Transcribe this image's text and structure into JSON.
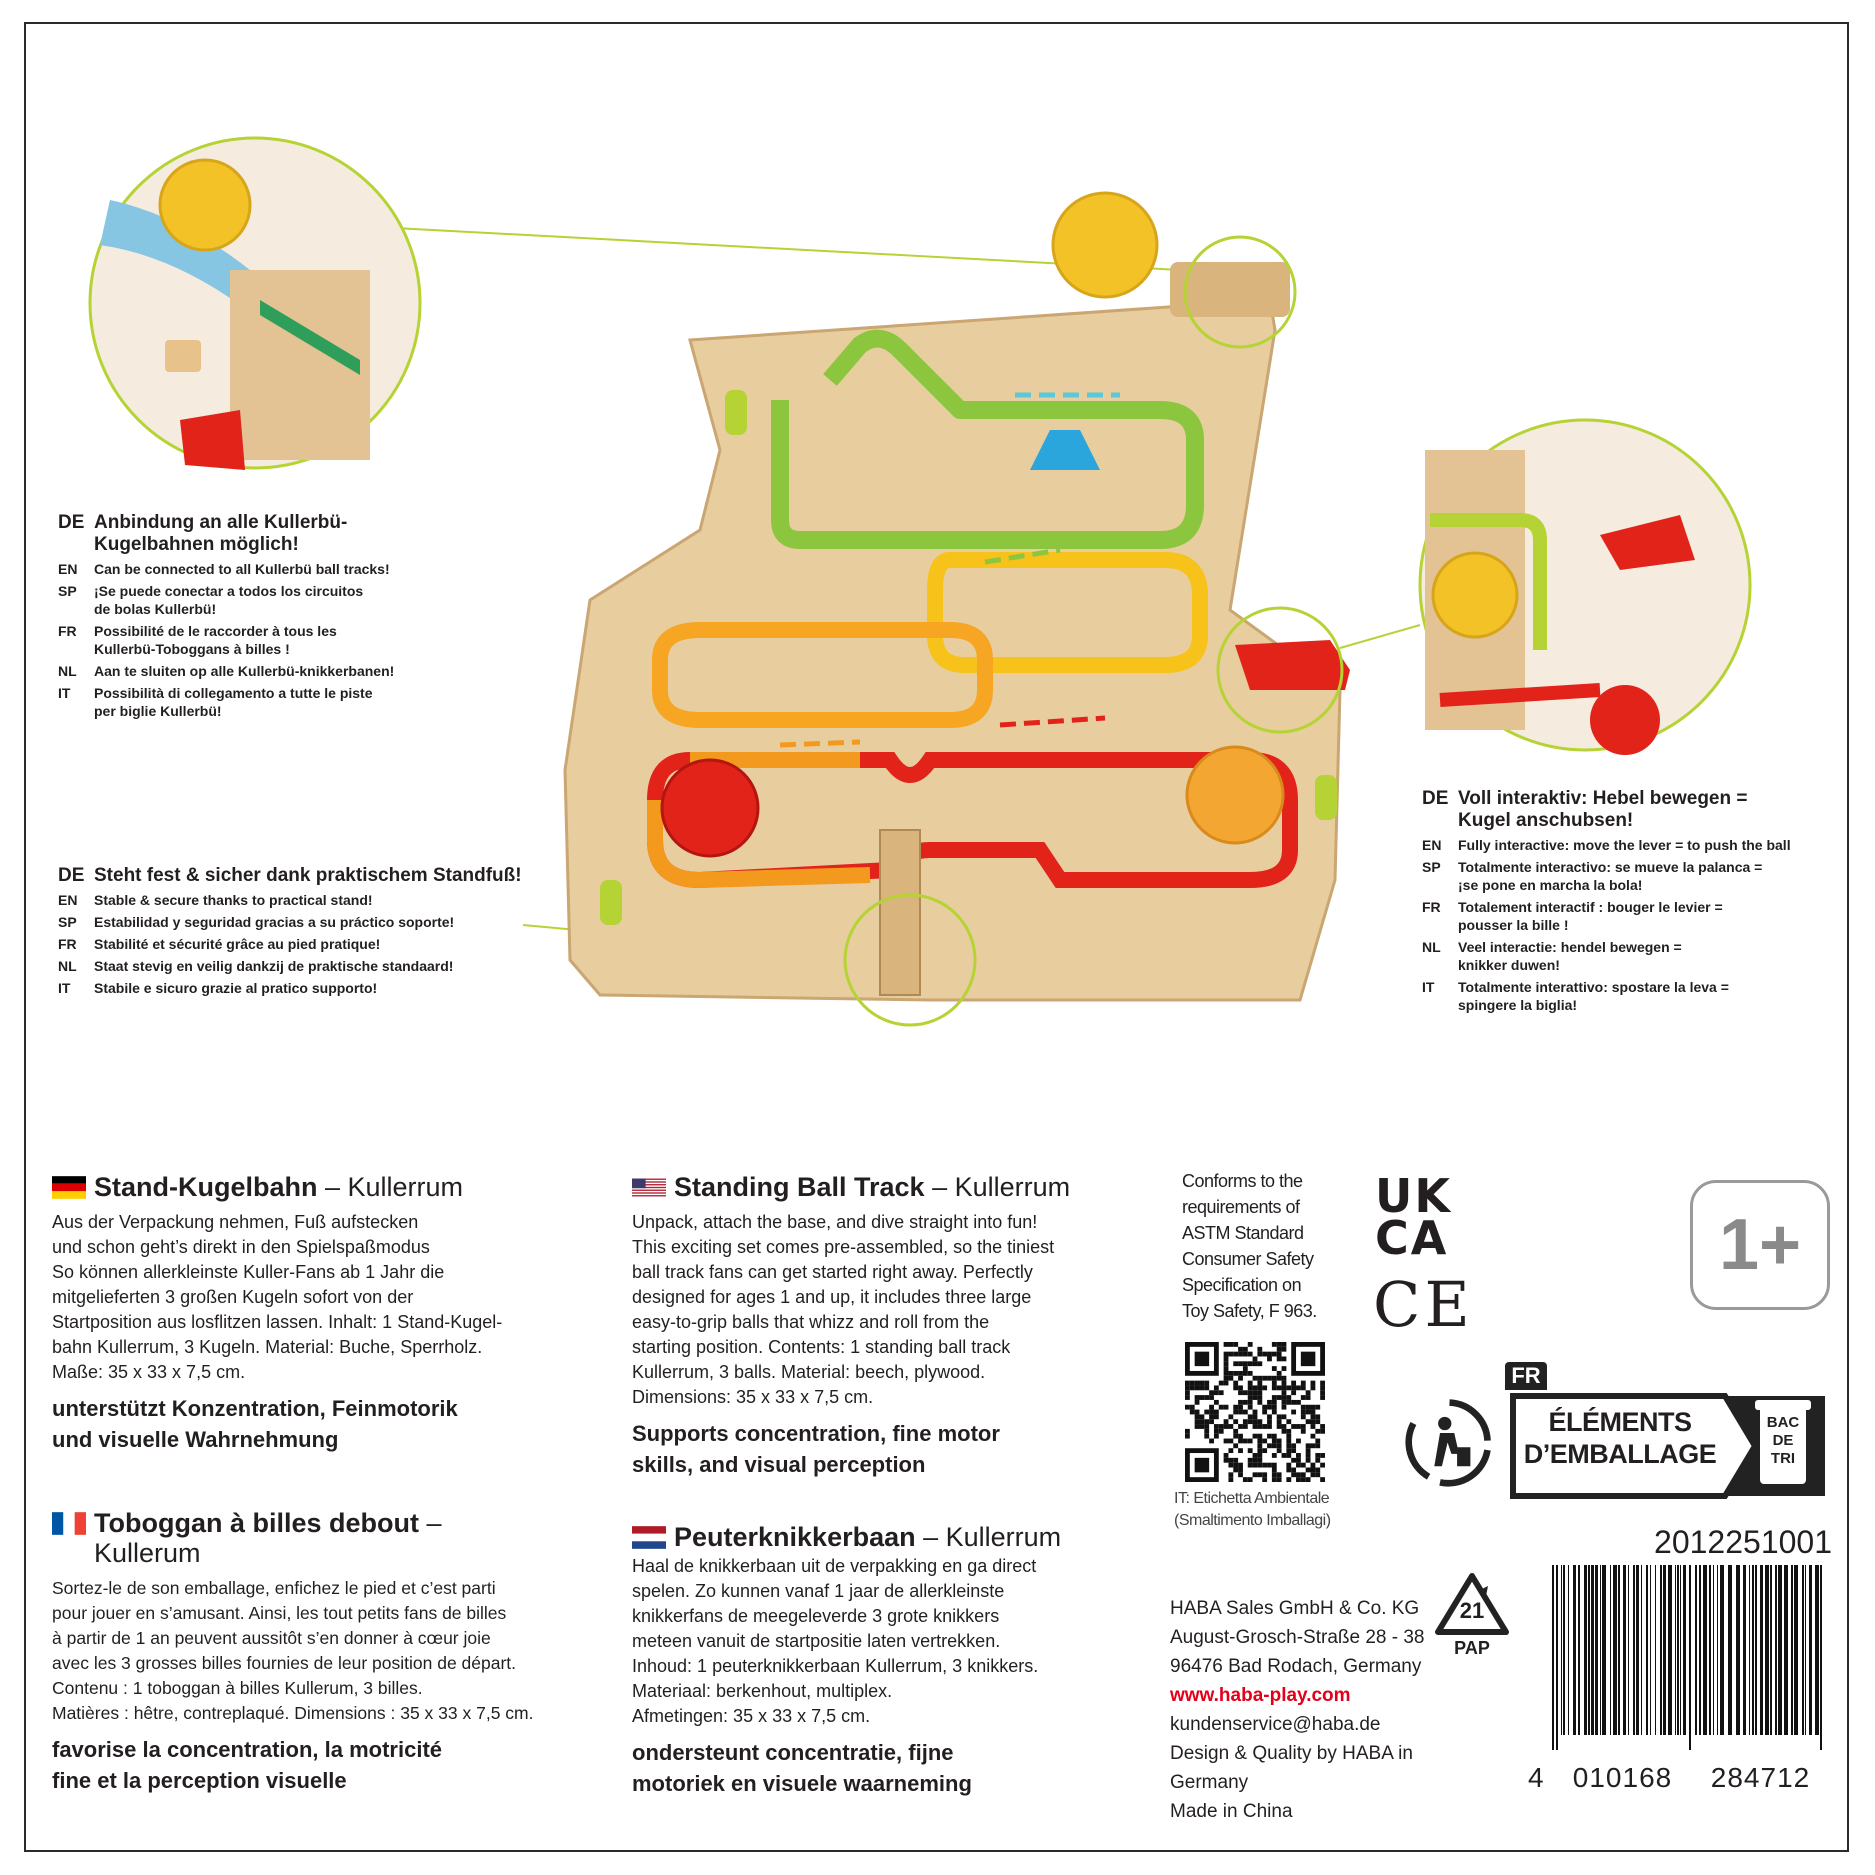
{
  "callouts": {
    "connect": {
      "head_code": "DE",
      "head_text": "Anbindung an alle Kullerbü-\nKugelbahnen möglich!",
      "lines": [
        {
          "code": "EN",
          "text": "Can be connected to all Kullerbü ball tracks!"
        },
        {
          "code": "SP",
          "text": "¡Se puede conectar a todos los circuitos\nde bolas Kullerbü!"
        },
        {
          "code": "FR",
          "text": "Possibilité de le raccorder à tous les\nKullerbü-Toboggans à billes !"
        },
        {
          "code": "NL",
          "text": "Aan te sluiten op alle Kullerbü-knikkerbanen!"
        },
        {
          "code": "IT",
          "text": "Possibilità di collegamento a tutte le piste\nper biglie Kullerbü!"
        }
      ]
    },
    "stand": {
      "head_code": "DE",
      "head_text": "Steht fest & sicher dank praktischem Standfuß!",
      "lines": [
        {
          "code": "EN",
          "text": "Stable & secure thanks to practical stand!"
        },
        {
          "code": "SP",
          "text": "Estabilidad y seguridad gracias a su práctico soporte!"
        },
        {
          "code": "FR",
          "text": "Stabilité et sécurité grâce au pied pratique!"
        },
        {
          "code": "NL",
          "text": "Staat stevig en veilig dankzij de praktische standaard!"
        },
        {
          "code": "IT",
          "text": "Stabile e sicuro grazie al pratico supporto!"
        }
      ]
    },
    "interactive": {
      "head_code": "DE",
      "head_text": "Voll interaktiv: Hebel bewegen =\nKugel anschubsen!",
      "lines": [
        {
          "code": "EN",
          "text": "Fully interactive: move the lever = to push the ball"
        },
        {
          "code": "SP",
          "text": "Totalmente interactivo: se mueve la palanca =\n¡se pone en marcha la bola!"
        },
        {
          "code": "FR",
          "text": "Totalement interactif : bouger le levier =\npousser la bille !"
        },
        {
          "code": "NL",
          "text": "Veel interactie: hendel bewegen =\nknikker duwen!"
        },
        {
          "code": "IT",
          "text": "Totalmente interattivo: spostare la leva =\nspingere la biglia!"
        }
      ]
    }
  },
  "blocks": {
    "de": {
      "title": "Stand-Kugelbahn",
      "sub": " – Kullerrum",
      "body": "Aus der Verpackung nehmen, Fuß aufstecken\nund schon geht’s direkt in den Spielspaßmodus\nSo können allerkleinste Kuller-Fans ab 1 Jahr die\nmitgelieferten 3 großen Kugeln sofort von der\nStartposition aus losflitzen lassen. Inhalt: 1 Stand-Kugel-\nbahn Kullerrum, 3 Kugeln. Material: Buche, Sperrholz.\nMaße: 35 x 33 x 7,5 cm.",
      "bold": "unterstützt Konzentration, Feinmotorik\nund visuelle Wahrnehmung"
    },
    "en": {
      "title": "Standing Ball Track",
      "sub": " – Kullerrum",
      "body": "Unpack, attach the base, and dive straight into fun!\nThis exciting set comes pre-assembled, so the tiniest\nball track fans can get started right away. Perfectly\ndesigned for ages 1 and up, it includes three large\neasy-to-grip balls that whizz and roll from the\nstarting position. Contents: 1 standing ball track\nKullerrum, 3 balls. Material: beech, plywood.\nDimensions: 35 x 33 x 7,5 cm.",
      "bold": "Supports concentration, fine motor\nskills, and visual perception"
    },
    "fr": {
      "title": "Toboggan à billes debout",
      "sub": " –\nKullerum",
      "body": "Sortez-le de son emballage, enfichez le pied et c’est parti\npour jouer en s’amusant. Ainsi, les tout petits fans de billes\nà partir de 1 an peuvent aussitôt s’en donner à cœur joie\navec les 3 grosses billes fournies de leur position de départ.\nContenu : 1 toboggan à billes Kullerum, 3 billes.\nMatières : hêtre, contreplaqué. Dimensions : 35 x 33 x 7,5 cm.",
      "bold": "favorise la concentration, la motricité\nfine et la perception visuelle"
    },
    "nl": {
      "title": "Peuterknikkerbaan",
      "sub": " – Kullerrum",
      "body": "Haal de knikkerbaan uit de verpakking en ga direct\nspelen. Zo kunnen vanaf 1 jaar de allerkleinste\nknikkerfans de meegeleverde 3 grote knikkers\nmeteen vanuit de startpositie laten vertrekken.\nInhoud: 1 peuterknikkerbaan Kullerrum, 3 knikkers.\nMateriaal: berkenhout, multiplex.\nAfmetingen: 35 x 33 x 7,5 cm.",
      "bold": "ondersteunt concentratie, fijne\nmotoriek en visuele waarneming"
    }
  },
  "astm": "Conforms to the\nrequirements of\nASTM Standard\nConsumer Safety\nSpecification on\nToy Safety, F 963.",
  "marks": {
    "ukca_top": "UK",
    "ukca_bottom": "CA",
    "ce": "CE",
    "age": "1+"
  },
  "qr_caption": "IT: Etichetta Ambientale\n(Smaltimento Imballagi)",
  "recycle": {
    "fr_tag": "FR",
    "label_line1": "ÉLÉMENTS",
    "label_line2": "D’EMBALLAGE",
    "bin_line1": "BAC",
    "bin_line2": "DE",
    "bin_line3": "TRI",
    "pap_number": "21",
    "pap_label": "PAP"
  },
  "company": {
    "name": "HABA Sales GmbH & Co. KG",
    "street": "August-Grosch-Straße 28 - 38",
    "city": "96476 Bad Rodach, Germany",
    "web": "www.haba-play.com",
    "email": "kundenservice@haba.de",
    "design": "Design & Quality by HABA in Germany",
    "made": "Made in China"
  },
  "barcode": {
    "article_number": "2012251001",
    "digit_first": "4",
    "digits_left": "010168",
    "digits_right": "284712"
  },
  "colors": {
    "wood": "#e6c99a",
    "green": "#8cc63f",
    "yellow": "#f7c21a",
    "orange": "#f39a1e",
    "red": "#e2231a",
    "blue": "#2aa6dc",
    "web_red": "#e2001a"
  }
}
